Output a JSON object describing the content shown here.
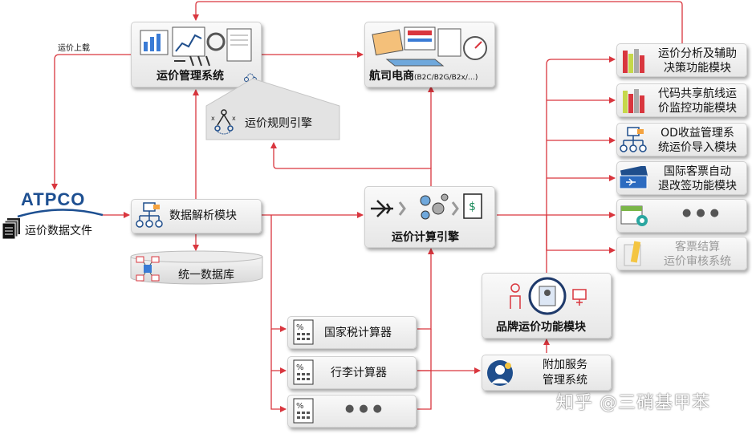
{
  "diagram": {
    "atpco_logo": "ATPCO",
    "atpco_file": "运价数据文件",
    "upload_label": "运价上载",
    "fare_mgmt": "运价管理系统",
    "airline_ecommerce": "航司电商",
    "airline_ecommerce_sub": "(B2C/B2G/B2x/…)",
    "fare_rules_engine": "运价规则引擎",
    "data_parse": "数据解析模块",
    "unified_db": "统一数据库",
    "fare_calc_engine": "运价计算引擎",
    "tax_calc": "国家税计算器",
    "baggage_calc": "行李计算器",
    "more": "●●●",
    "brand_fare": "品牌运价功能模块",
    "ancillary": "附加服务\n管理系统",
    "ancillary_l1": "附加服务",
    "ancillary_l2": "管理系统",
    "right_modules": [
      {
        "l1": "运价分析及辅助",
        "l2": "决策功能模块"
      },
      {
        "l1": "代码共享航线运",
        "l2": "价监控功能模块"
      },
      {
        "l1": "OD收益管理系",
        "l2": "统运价导入模块"
      },
      {
        "l1": "国际客票自动",
        "l2": "退改签功能模块"
      },
      {
        "l1": "●●●",
        "l2": ""
      },
      {
        "l1": "客票结算",
        "l2": "运价审核系统"
      }
    ],
    "watermark": "知乎 @三硝基甲苯"
  },
  "colors": {
    "arrow": "#d9363e",
    "logo": "#1d4f91",
    "icon_blue": "#1f4e8c"
  }
}
